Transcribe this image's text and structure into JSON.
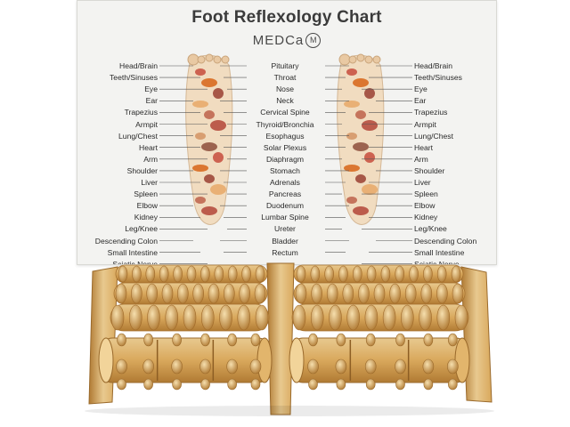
{
  "poster": {
    "title": "Foot Reflexology Chart",
    "brand": "MEDCa",
    "brand_logo_letter": "M",
    "left_labels": [
      "Head/Brain",
      "Teeth/Sinuses",
      "Eye",
      "Ear",
      "Trapezius",
      "Armpit",
      "Lung/Chest",
      "Heart",
      "Arm",
      "Shoulder",
      "Liver",
      "Spleen",
      "Elbow",
      "Kidney",
      "Leg/Knee",
      "Descending Colon",
      "Small Intestine",
      "Sciatic Nerve"
    ],
    "center_labels": [
      "Pituitary",
      "Throat",
      "Nose",
      "Neck",
      "Cervical Spine",
      "Thyroid/Bronchia",
      "Esophagus",
      "Solar Plexus",
      "Diaphragm",
      "Stomach",
      "Adrenals",
      "Pancreas",
      "Duodenum",
      "Lumbar Spine",
      "Ureter",
      "Bladder",
      "Rectum"
    ],
    "right_labels": [
      "Head/Brain",
      "Teeth/Sinuses",
      "Eye",
      "Ear",
      "Trapezius",
      "Armpit",
      "Lung/Chest",
      "Heart",
      "Arm",
      "Shoulder",
      "Liver",
      "Spleen",
      "Elbow",
      "Kidney",
      "Leg/Knee",
      "Descending Colon",
      "Small Intestine",
      "Sciatic Nerve"
    ]
  },
  "product": {
    "name_icon": "wooden-foot-roller",
    "colors": {
      "wood_light": "#e8c98f",
      "wood_mid": "#d9a85c",
      "wood_dark": "#b07a33",
      "poster_bg": "#f3f3f1"
    }
  }
}
